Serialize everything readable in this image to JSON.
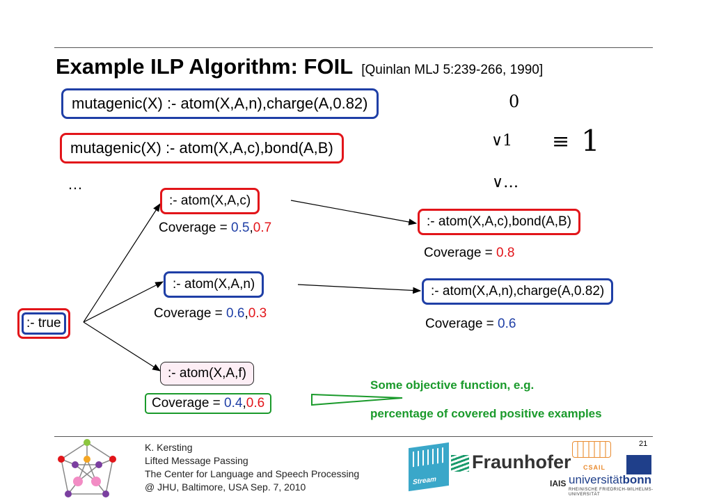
{
  "slide": {
    "title": "Example ILP Algorithm: FOIL",
    "citation": "[Quinlan MLJ 5:239-266, 1990]",
    "page_number": "21"
  },
  "clauses": {
    "top_blue": "mutagenic(X) :- atom(X,A,n),charge(A,0.82)",
    "top_red": "mutagenic(X) :- atom(X,A,c),bond(A,B)",
    "ellipsis": "…"
  },
  "logic": {
    "zero": "0",
    "or1": "∨1",
    "equiv": "≡",
    "one": "1",
    "or_dots": "∨…"
  },
  "tree": {
    "root": ":- true",
    "coverage_label": "Coverage = ",
    "comma": ",",
    "n1": {
      "label": ":- atom(X,A,c)",
      "cov_blue": "0.5",
      "cov_red": "0.7"
    },
    "n2": {
      "label": ":- atom(X,A,n)",
      "cov_blue": "0.6",
      "cov_red": "0.3"
    },
    "n3": {
      "label": ":- atom(X,A,f)",
      "cov_blue": "0.4",
      "cov_red": "0.6"
    },
    "n4": {
      "label": ":- atom(X,A,c),bond(A,B)",
      "cov_red": "0.8"
    },
    "n5": {
      "label": ":- atom(X,A,n),charge(A,0.82)",
      "cov_blue": "0.6"
    }
  },
  "callout": {
    "line1": "Some objective function, e.g.",
    "line2": "percentage of covered positive examples"
  },
  "footer": {
    "author": "K. Kersting",
    "talk": "Lifted Message Passing",
    "venue": "The Center for Language and Speech Processing",
    "place_date": "@ JHU, Baltimore, USA Sep. 7, 2010",
    "logo_fraunhofer": "Fraunhofer",
    "logo_iais": "IAIS",
    "logo_csail": "CSAIL",
    "logo_uni": "universität",
    "logo_bonn": "bonn",
    "logo_uni_sub": "RHEINISCHE FRIEDRICH-WILHELMS-UNIVERSITÄT",
    "logo_stream": "Stream"
  },
  "colors": {
    "blue": "#1f3fa6",
    "red": "#e2151a",
    "green": "#1a9a2b"
  }
}
